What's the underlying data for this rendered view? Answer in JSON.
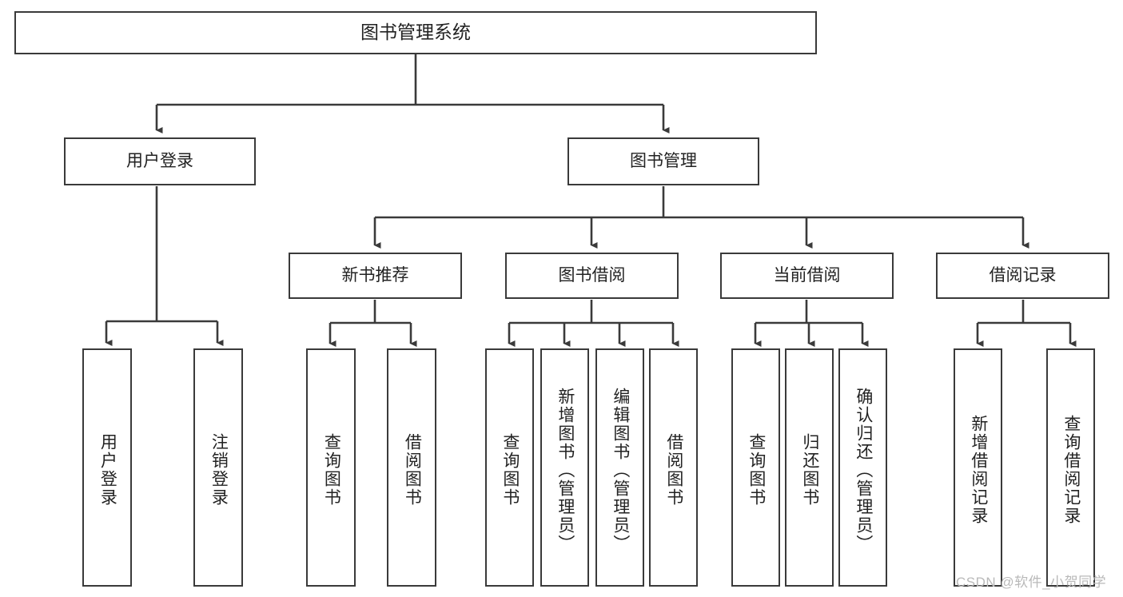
{
  "diagram": {
    "type": "hierarchy-tree",
    "title": "图书管理系统",
    "root": {
      "label": "图书管理系统"
    },
    "level2": [
      {
        "label": "用户登录"
      },
      {
        "label": "图书管理"
      }
    ],
    "level3": [
      {
        "label": "新书推荐"
      },
      {
        "label": "图书借阅"
      },
      {
        "label": "当前借阅"
      },
      {
        "label": "借阅记录"
      }
    ],
    "leaves": {
      "user_login": [
        {
          "label": "用户登录"
        },
        {
          "label": "注销登录"
        }
      ],
      "new_book_recommend": [
        {
          "label": "查询图书"
        },
        {
          "label": "借阅图书"
        }
      ],
      "book_borrow": [
        {
          "label": "查询图书"
        },
        {
          "label": "新增图书（管理员）"
        },
        {
          "label": "编辑图书（管理员）"
        },
        {
          "label": "借阅图书"
        }
      ],
      "current_borrow": [
        {
          "label": "查询图书"
        },
        {
          "label": "归还图书"
        },
        {
          "label": "确认归还（管理员）"
        }
      ],
      "borrow_record": [
        {
          "label": "新增借阅记录"
        },
        {
          "label": "查询借阅记录"
        }
      ]
    },
    "colors": {
      "stroke": "#3a3a3a",
      "text": "#222222",
      "background": "#ffffff",
      "watermark": "#b9b9b9"
    }
  },
  "watermark": {
    "text": "CSDN @软件_小贺同学"
  }
}
